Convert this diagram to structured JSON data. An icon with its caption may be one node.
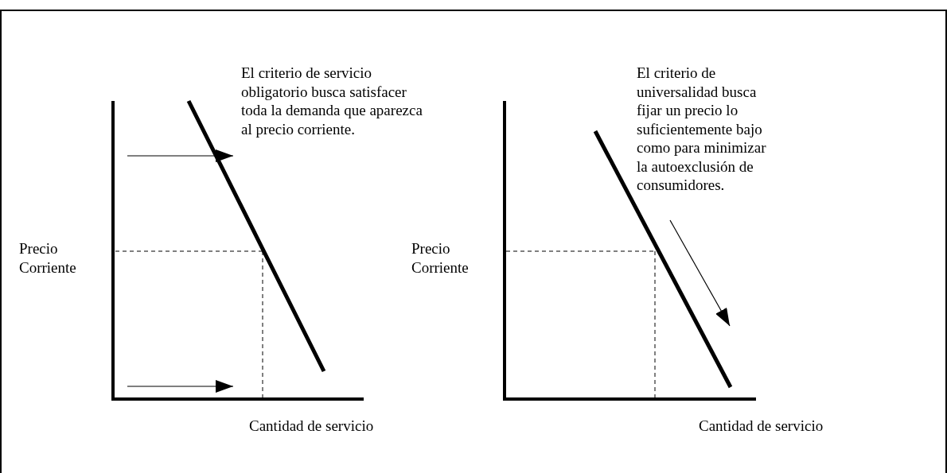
{
  "diagram": {
    "labels": [
      "El criterio de servicio obligatorio busca satisfacer toda la demanda que aparezca al precio corriente.",
      "El criterio de universalidad busca fijar un precio lo suficientemente bajo como para minimizar la autoexclusión de consumidores.",
      "Precio Corriente",
      "Precio Corriente",
      "Cantidad de servicio",
      "Cantidad de servicio"
    ]
  }
}
